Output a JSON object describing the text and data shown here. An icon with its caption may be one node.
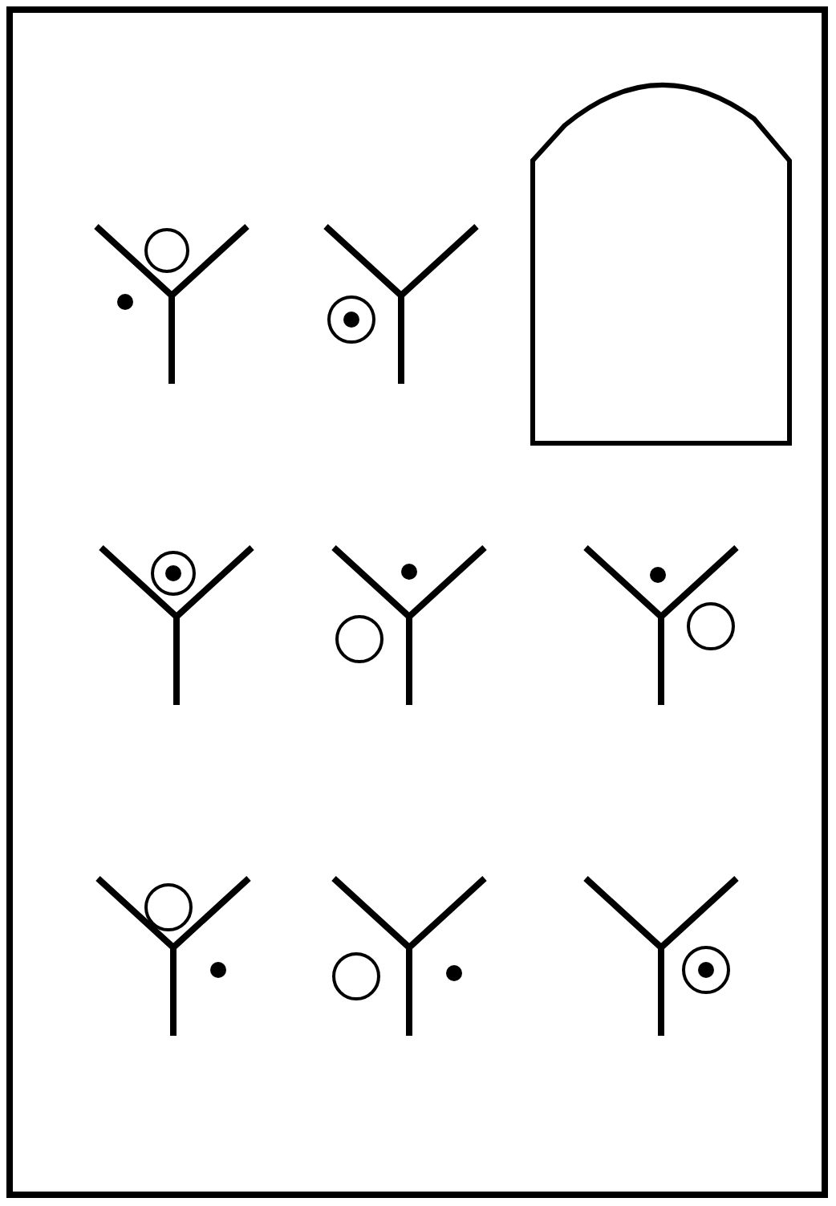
{
  "diagram": {
    "nodes": [
      {
        "text": [],
        "shape": "picture"
      },
      {
        "text": [],
        "shape": "picture"
      },
      {
        "text": [],
        "shape": "box"
      },
      {
        "text": [],
        "shape": "picture"
      },
      {
        "text": [],
        "shape": "picture"
      },
      {
        "text": [],
        "shape": "picture"
      },
      {
        "text": [],
        "shape": "picture"
      },
      {
        "text": [],
        "shape": "picture"
      },
      {
        "text": [],
        "shape": "picture"
      }
    ]
  }
}
